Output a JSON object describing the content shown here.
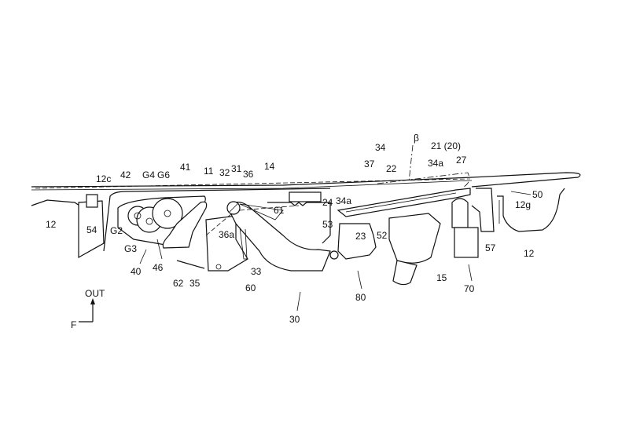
{
  "figure": {
    "labels": {
      "beta": "β",
      "l21_20": "21 (20)",
      "l34": "34",
      "l37": "37",
      "l22": "22",
      "l34a_top": "34a",
      "l27": "27",
      "l34a_left": "34a",
      "l14": "14",
      "l11": "11",
      "l32": "32",
      "l31": "31",
      "l36": "36",
      "l41": "41",
      "lG6": "G6",
      "lG4": "G4",
      "l42": "42",
      "l12c": "12c",
      "l12_left": "12",
      "l54": "54",
      "lG2": "G2",
      "lG3": "G3",
      "l40": "40",
      "l46": "46",
      "l35": "35",
      "l62": "62",
      "l60": "60",
      "l36a": "36a",
      "l33": "33",
      "l61": "61",
      "l24": "24",
      "l53": "53",
      "l23": "23",
      "l52": "52",
      "l30": "30",
      "l80": "80",
      "l15": "15",
      "l70": "70",
      "l57": "57",
      "l12_right": "12",
      "l50": "50",
      "l12g": "12g"
    },
    "axes": {
      "out": "OUT",
      "front": "F"
    }
  }
}
